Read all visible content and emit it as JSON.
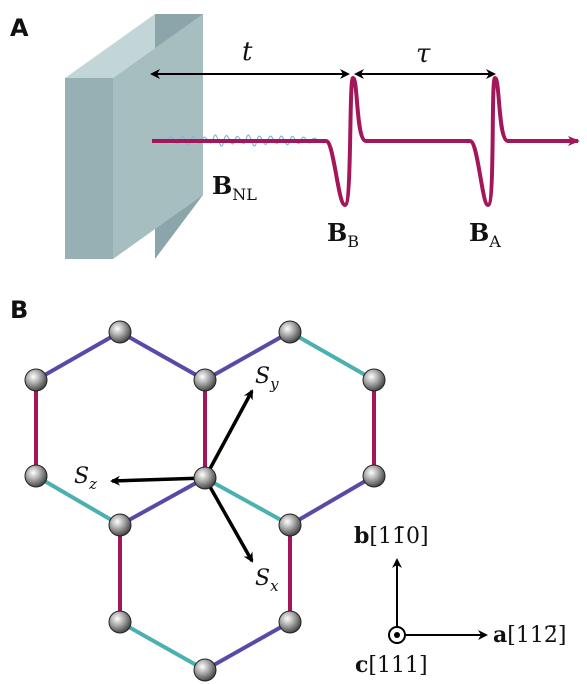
{
  "panel_a": {
    "letter": "A",
    "t_label": "t",
    "tau_label": "τ",
    "b_nl": {
      "main": "B",
      "sub": "NL"
    },
    "b_b": {
      "main": "B",
      "sub": "B"
    },
    "b_a": {
      "main": "B",
      "sub": "A"
    },
    "colors": {
      "slab_front": "#a6bec0",
      "slab_side": "#8ca5aa",
      "slab_top": "#c3d6d7",
      "pulse": "#a3175a",
      "noise": "#7db7e0"
    }
  },
  "panel_b": {
    "letter": "B",
    "sy": {
      "main": "S",
      "sub": "y"
    },
    "sz": {
      "main": "S",
      "sub": "z"
    },
    "sx": {
      "main": "S",
      "sub": "x"
    },
    "axis_b": {
      "vec": "b",
      "idx": "[11̄0]"
    },
    "axis_a": {
      "vec": "a",
      "idx": "[112̄]"
    },
    "axis_c": {
      "vec": "c",
      "idx": "[111]"
    },
    "colors": {
      "bond_x": "#5a4aa8",
      "bond_y": "#4ab0b0",
      "bond_z": "#a3175a",
      "atom": "#7a7a7a"
    }
  }
}
